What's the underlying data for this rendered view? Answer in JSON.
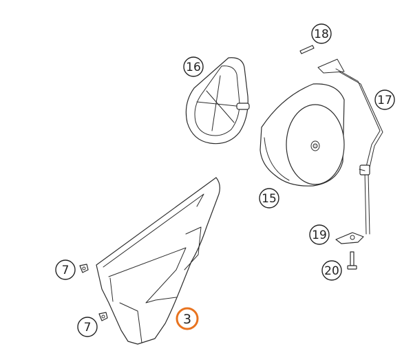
{
  "diagram": {
    "callouts": [
      {
        "id": "c16",
        "label": "16"
      },
      {
        "id": "c18",
        "label": "18"
      },
      {
        "id": "c17",
        "label": "17"
      },
      {
        "id": "c15",
        "label": "15"
      },
      {
        "id": "c19",
        "label": "19"
      },
      {
        "id": "c20",
        "label": "20"
      },
      {
        "id": "c7a",
        "label": "7"
      },
      {
        "id": "c7b",
        "label": "7"
      },
      {
        "id": "c3",
        "label": "3",
        "highlight_color": "#e8731f"
      }
    ]
  }
}
